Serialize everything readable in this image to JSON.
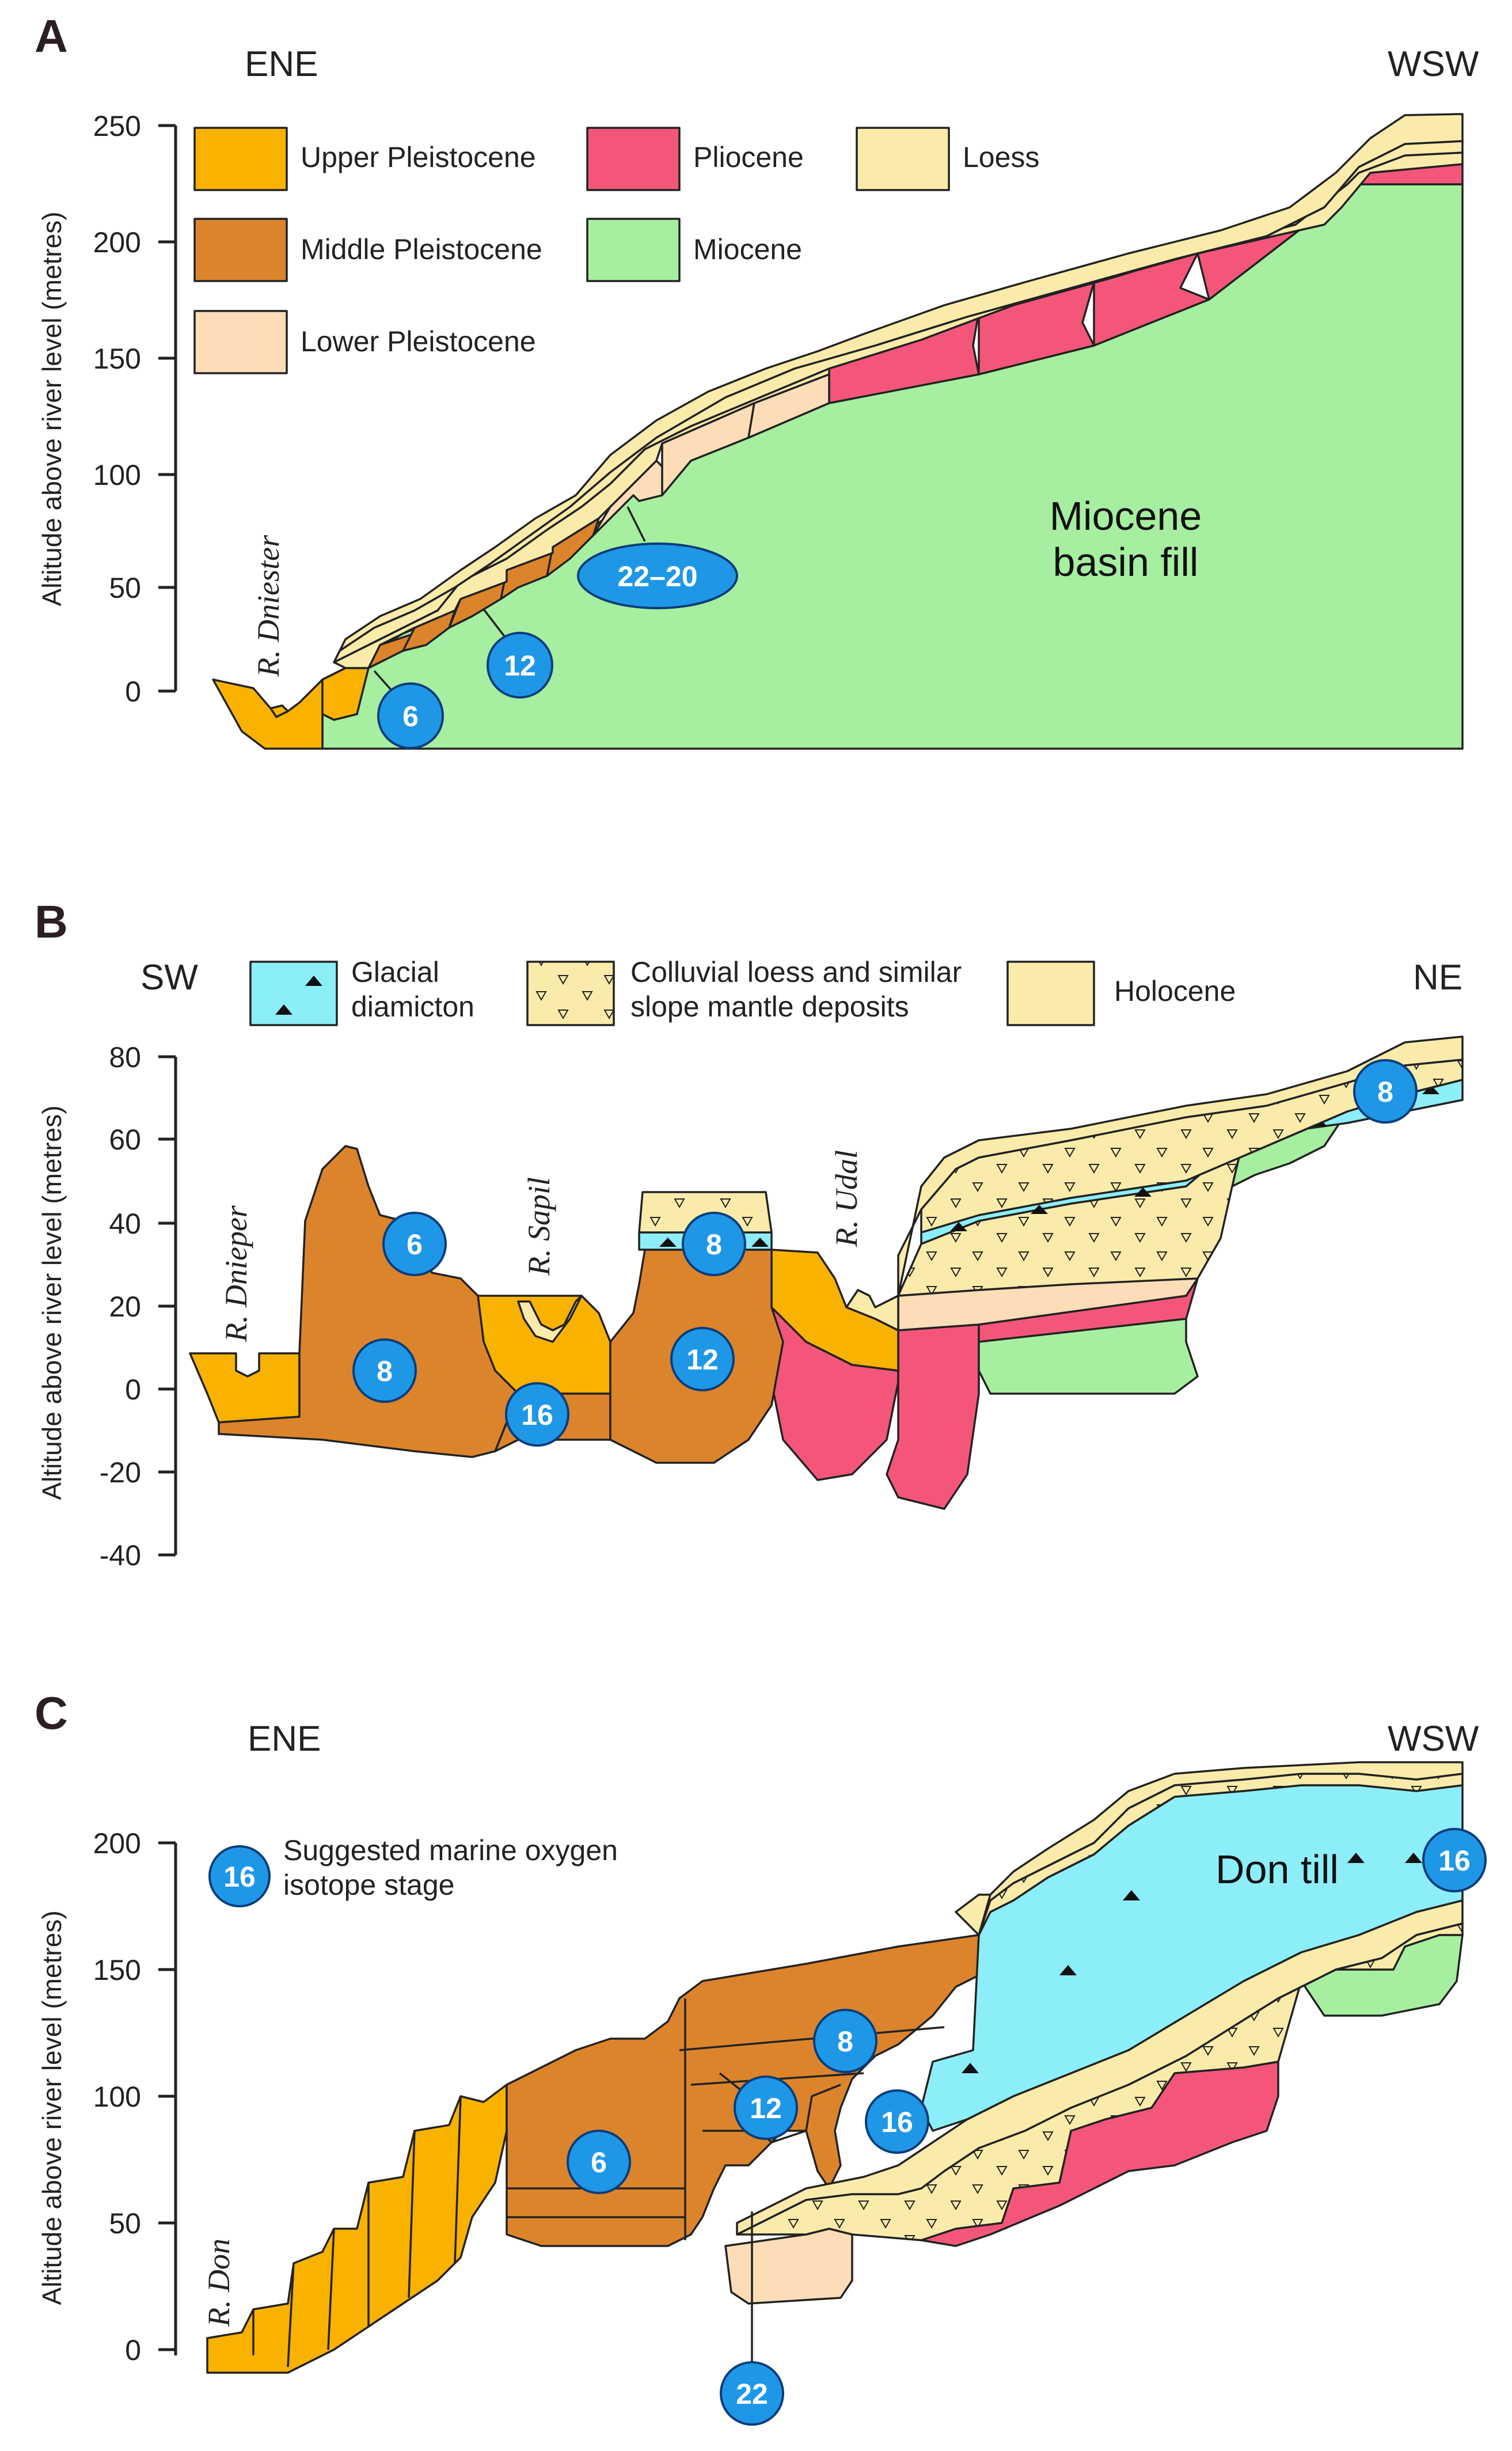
{
  "colors": {
    "upper_pleistocene": "#F9B200",
    "middle_pleistocene": "#DC842C",
    "lower_pleistocene": "#FCDDB8",
    "pliocene": "#F4567A",
    "miocene": "#A6EFA0",
    "loess": "#FBEBAA",
    "glacial_diamicton": "#8CEEF8",
    "holocene": "#FBEBAA",
    "badge": "#1F97E7"
  },
  "panel_a": {
    "letter": "A",
    "left_direction": "ENE",
    "right_direction": "WSW",
    "y_axis_label": "Altitude above river level (metres)",
    "y_ticks": [
      "250",
      "200",
      "150",
      "100",
      "50",
      "0"
    ],
    "legend": [
      {
        "label": "Upper Pleistocene",
        "color_key": "upper_pleistocene"
      },
      {
        "label": "Pliocene",
        "color_key": "pliocene"
      },
      {
        "label": "Loess",
        "color_key": "loess"
      },
      {
        "label": "Middle Pleistocene",
        "color_key": "middle_pleistocene"
      },
      {
        "label": "Miocene",
        "color_key": "miocene"
      },
      {
        "label": "Lower Pleistocene",
        "color_key": "lower_pleistocene"
      }
    ],
    "river": "R. Dniester",
    "fill_label_line1": "Miocene",
    "fill_label_line2": "basin fill",
    "badges": [
      "6",
      "12",
      "22–20"
    ]
  },
  "panel_b": {
    "letter": "B",
    "left_direction": "SW",
    "right_direction": "NE",
    "y_axis_label": "Altitude above river level (metres)",
    "y_ticks": [
      "80",
      "60",
      "40",
      "20",
      "0",
      "-20",
      "-40"
    ],
    "legend": [
      {
        "line1": "Glacial",
        "line2": "diamicton",
        "color_key": "glacial_diamicton",
        "icon": "triangle-icon"
      },
      {
        "line1": "Colluvial loess and similar",
        "line2": "slope mantle deposits",
        "color_key": "loess",
        "icon": "open-triangle-icon"
      },
      {
        "line1": "Holocene",
        "line2": "",
        "color_key": "holocene",
        "icon": ""
      }
    ],
    "rivers": [
      "R. Dnieper",
      "R. Sapil",
      "R. Udal"
    ],
    "badges": [
      "6",
      "8",
      "16",
      "8",
      "12",
      "8"
    ]
  },
  "panel_c": {
    "letter": "C",
    "left_direction": "ENE",
    "right_direction": "WSW",
    "y_axis_label": "Altitude above river level (metres)",
    "y_ticks": [
      "200",
      "150",
      "100",
      "50",
      "0"
    ],
    "legend_badge": "16",
    "legend_line1": "Suggested marine oxygen",
    "legend_line2": "isotope stage",
    "river": "R. Don",
    "till_label": "Don till",
    "badges": [
      "8",
      "12",
      "16",
      "6",
      "16",
      "22"
    ]
  }
}
